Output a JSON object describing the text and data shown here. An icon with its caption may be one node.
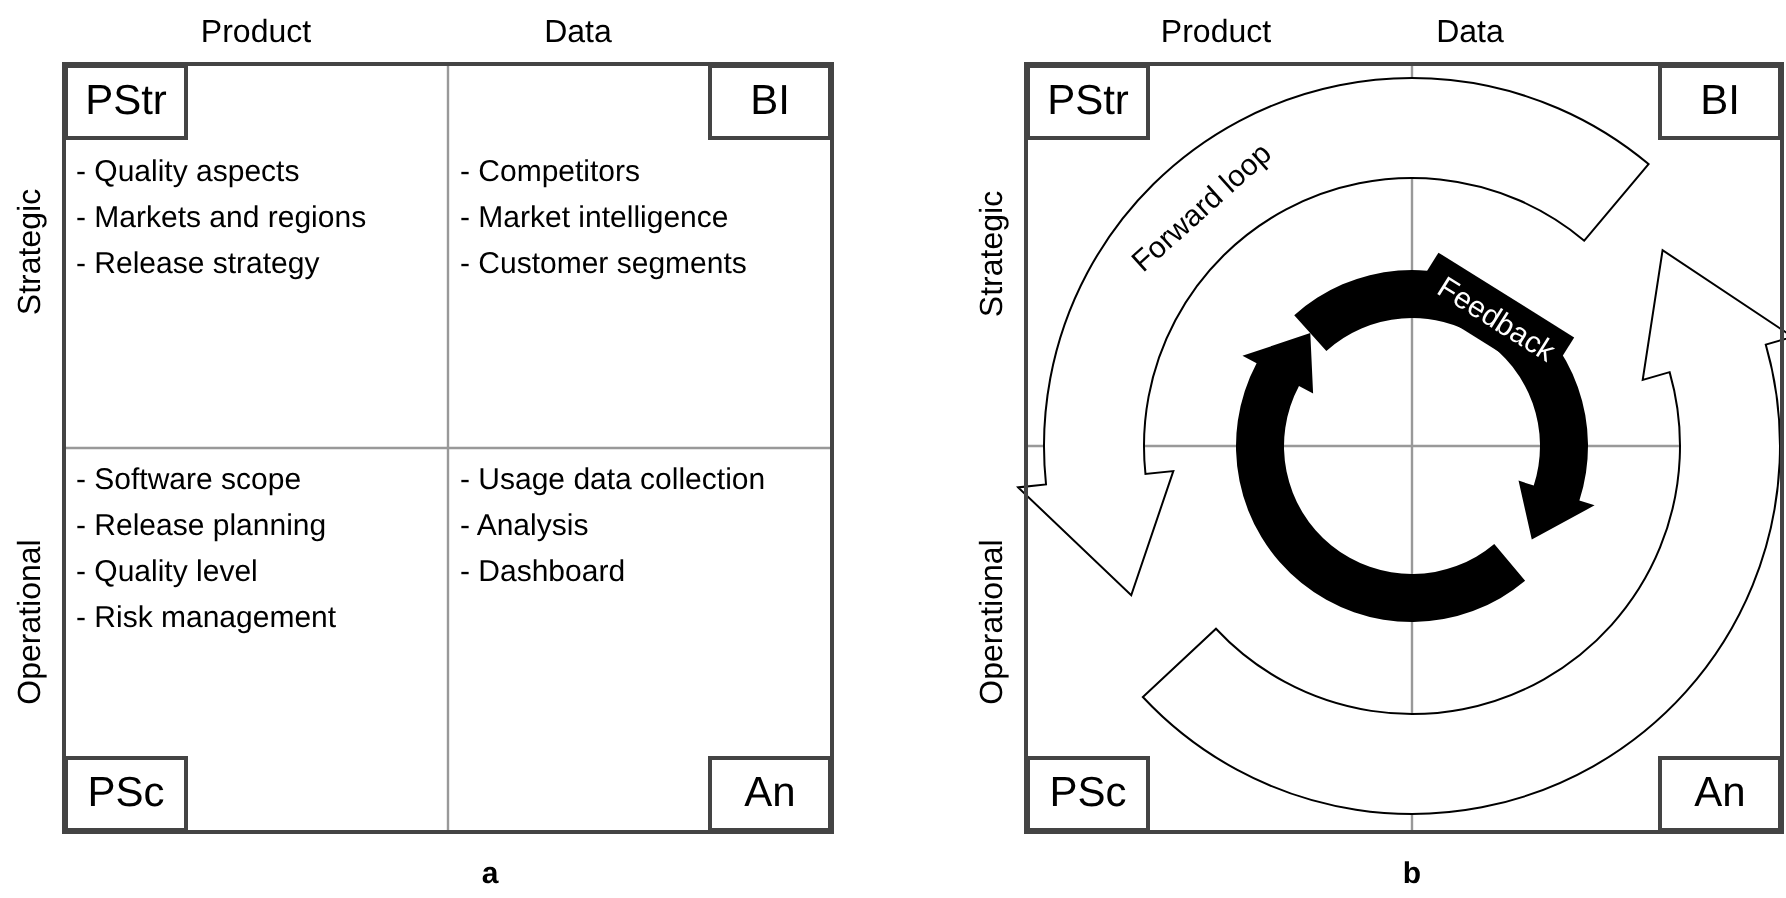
{
  "diagram": {
    "nodes": [
      {
        "text": [
          "PStr"
        ]
      },
      {
        "text": [
          "BI"
        ]
      },
      {
        "text": [
          "PSc"
        ]
      },
      {
        "text": [
          "An"
        ]
      },
      {
        "text": [
          "PStr"
        ]
      },
      {
        "text": [
          "BI"
        ]
      },
      {
        "text": [
          "PSc"
        ]
      },
      {
        "text": [
          "An"
        ]
      }
    ],
    "labels": [
      "Product",
      "Data",
      "Strategic",
      "- Quality aspects",
      "- Markets and regions",
      "- Release strategy",
      "- Competitors",
      "- Market intelligence",
      "- Customer segments",
      "Operational",
      "- Software scope",
      "- Release planning",
      "- Quality level",
      "- Risk management",
      "- Usage data collection",
      "- Analysis",
      "- Dashboard",
      "a",
      "Product",
      "Data",
      "Strategic",
      "Forward loop",
      "Feedback",
      "Operational",
      "b"
    ]
  }
}
